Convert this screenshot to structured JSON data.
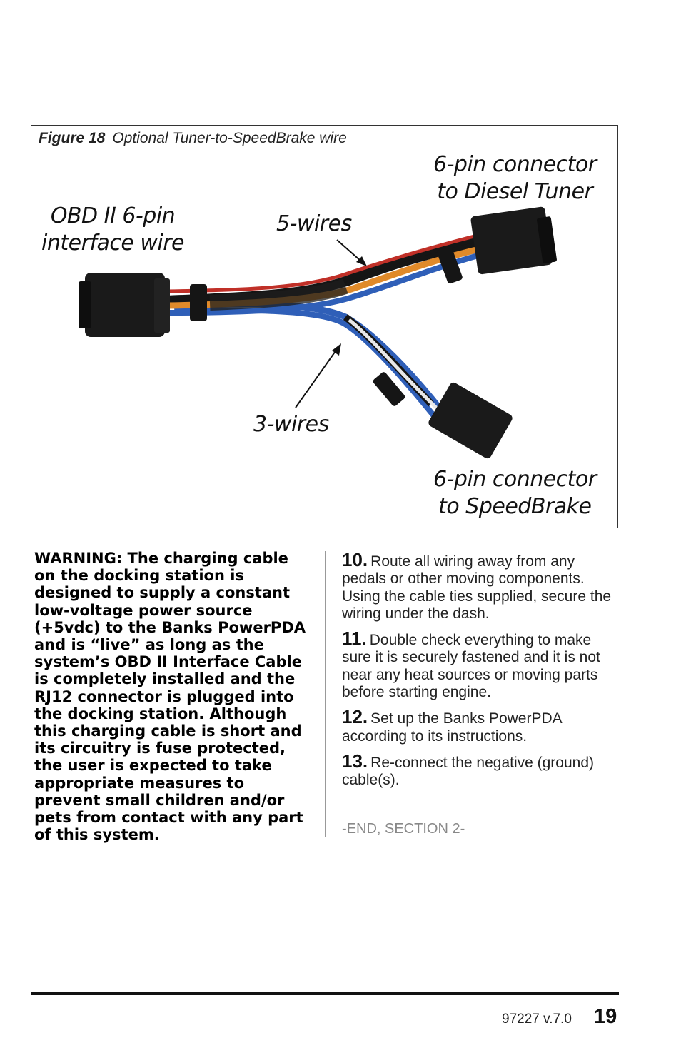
{
  "figure": {
    "label": "Figure 18",
    "title": "Optional Tuner-to-SpeedBrake wire",
    "callouts": {
      "obd": [
        "OBD II 6-pin",
        "interface wire"
      ],
      "five_wires": "5-wires",
      "three_wires": "3-wires",
      "diesel_tuner": [
        "6-pin connector",
        "to Diesel Tuner"
      ],
      "speedbrake": [
        "6-pin connector",
        "to SpeedBrake"
      ]
    },
    "colors": {
      "connector": "#1a1a1a",
      "wire_orange": "#e08a2a",
      "wire_blue": "#2f5fb8",
      "wire_black": "#151515",
      "wire_red": "#c03028"
    }
  },
  "warning": {
    "label": "WARNING",
    "text": ": The charging cable on the docking station is designed to supply a constant low-voltage power source (+5vdc) to the Banks PowerPDA and is “live” as long as the system’s OBD II Interface Cable is completely installed and the RJ12 connector is plugged into the docking station. Although this charging cable is short and its circuitry is fuse protected, the user is expected to take appropriate measures to prevent small children and/or pets from contact with any part of this system."
  },
  "steps": [
    {
      "num": "10.",
      "text": "Route all wiring away from any pedals or other moving components. Using the cable ties supplied, secure the wiring under the dash."
    },
    {
      "num": "11.",
      "text": "Double check everything to make sure it is securely fastened and it is not near any heat sources or moving parts before starting engine."
    },
    {
      "num": "12.",
      "text": "Set up the Banks PowerPDA according to its instructions."
    },
    {
      "num": "13.",
      "text": "Re-connect the negative (ground) cable(s)."
    }
  ],
  "end_note": "-END, SECTION 2-",
  "footer": {
    "version": "97227 v.7.0",
    "page": "19"
  }
}
